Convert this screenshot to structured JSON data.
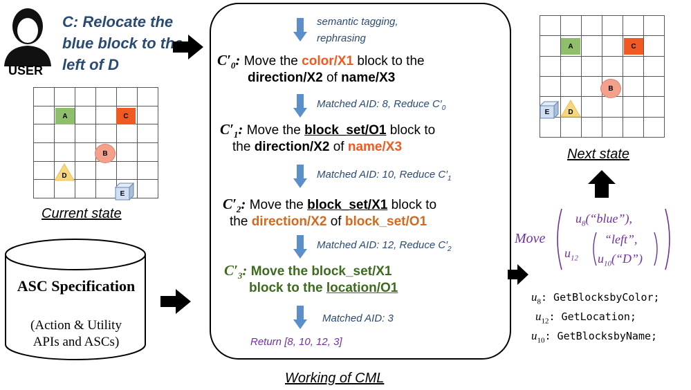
{
  "user": {
    "label": "USER",
    "command": "C: Relocate the blue block to the left of D"
  },
  "current_state": {
    "caption": "Current state",
    "blocks": {
      "A": "A",
      "B": "B",
      "C": "C",
      "D": "D",
      "E": "E"
    }
  },
  "next_state": {
    "caption": "Next state",
    "blocks": {
      "A": "A",
      "B": "B",
      "C": "C",
      "D": "D",
      "E": "E"
    }
  },
  "asc": {
    "title": "ASC Specification",
    "line1": "(Action & Utility",
    "line2": "APIs and ASCs)"
  },
  "cml": {
    "caption": "Working of CML",
    "step0_note": "semantic tagging, rephrasing",
    "c0": {
      "sym": "C′",
      "sub": "0",
      "t1": "Move the ",
      "t2": "color/X1",
      "t3": " block to the",
      "t4": "direction/X2",
      "t5": " of ",
      "t6": "name/X3"
    },
    "note1": "Matched AID: 8, Reduce C′",
    "note1_sub": "0",
    "c1": {
      "sym": "C′",
      "sub": "1",
      "t1": "Move the ",
      "t2": "block_set/O1",
      "t3": " block to",
      "t4": "the ",
      "t5": "direction/X2",
      "t6": " of ",
      "t7": "name/X3"
    },
    "note2": "Matched AID: 10, Reduce C′",
    "note2_sub": "1",
    "c2": {
      "sym": "C′",
      "sub": "2",
      "t1": "Move the ",
      "t2": "block_set/X1",
      "t3": " block to",
      "t4": "the ",
      "t5": "direction/X2",
      "t6": " of ",
      "t7": "block_set/O1"
    },
    "note3": "Matched AID: 12, Reduce C′",
    "note3_sub": "2",
    "c3": {
      "sym": "C′",
      "sub": "3",
      "t1": "Move the block_set/X1",
      "t2": "block to the ",
      "t3": "location/O1"
    },
    "note4": "Matched AID: 3",
    "ret": "Return [8, 10, 12, 3]"
  },
  "formula": {
    "fn": "Move",
    "u8": "u",
    "u8sub": "8",
    "u8arg": "(“blue”),",
    "u12": "u",
    "u12sub": "12",
    "left": "“left”,",
    "u10": "u",
    "u10sub": "10",
    "u10arg": "(“D”)"
  },
  "legend": [
    {
      "sym": "u",
      "sub": "8",
      "text": ": GetBlocksbyColor;"
    },
    {
      "sym": "u",
      "sub": "12",
      "text": ": GetLocation;"
    },
    {
      "sym": "u",
      "sub": "10",
      "text": ": GetBlocksbyName;"
    }
  ],
  "colors": {
    "A": "#8fbf6a",
    "B": "#f4a08a",
    "C": "#f05a22",
    "D": "#f7d77a",
    "E": "#cfe0f5",
    "arrow_blue": "#5b8fc9"
  }
}
